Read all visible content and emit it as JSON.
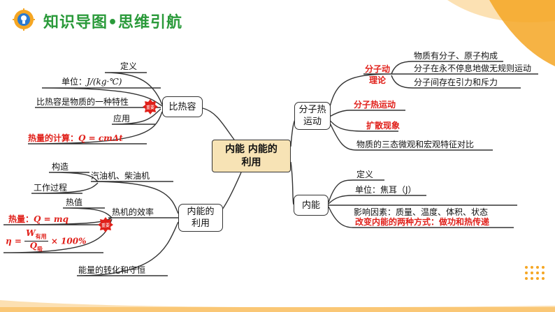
{
  "header": {
    "title": "知识导图•思维引航"
  },
  "center": {
    "line1": "内能 内能的",
    "line2": "利用"
  },
  "left_top": {
    "node": "比热容",
    "badge": "重要",
    "items": {
      "definition": "定义",
      "unit_label": "单位：",
      "unit_formula": "J/(kg·℃)",
      "property": "比热容是物质的一种特性",
      "application": "应用",
      "calc_label": "热量的计算：",
      "calc_formula": "Q = cmΔt"
    }
  },
  "left_bottom": {
    "node_line1": "内能的",
    "node_line2": "利用",
    "badge": "重要",
    "engine": "汽油机、柴油机",
    "engine_children": [
      "构造",
      "工作过程"
    ],
    "efficiency": "热机的效率",
    "efficiency_children": {
      "heat_value": "热值",
      "heat_label": "热量：",
      "heat_formula": "Q = mq",
      "eta_symbol": "η =",
      "eta_num": "W",
      "eta_num_sub": "有用",
      "eta_den": "Q",
      "eta_den_sub": "吸",
      "eta_suffix": "× 100%"
    },
    "energy": "能量的转化和守恒"
  },
  "right_top": {
    "node_line1": "分子热",
    "node_line2": "运动",
    "theory_line1": "分子动",
    "theory_line2": "理论",
    "theory_children": [
      "物质有分子、原子构成",
      "分子在永不停息地做无规则运动",
      "分子间存在引力和斥力"
    ],
    "thermal_motion": "分子热运动",
    "diffusion": "扩散现象",
    "states": "物质的三态微观和宏观特征对比"
  },
  "right_bottom": {
    "node": "内能",
    "items": {
      "definition": "定义",
      "unit": "单位：焦耳（J）",
      "factors": "影响因素：质量、温度、体积、状态",
      "ways": "改变内能的两种方式：做功和热传递"
    }
  },
  "colors": {
    "accent_orange": "#f5a623",
    "title_green": "#2a9a3a",
    "highlight_red": "#e0201a",
    "center_fill": "#f7e3b5"
  }
}
